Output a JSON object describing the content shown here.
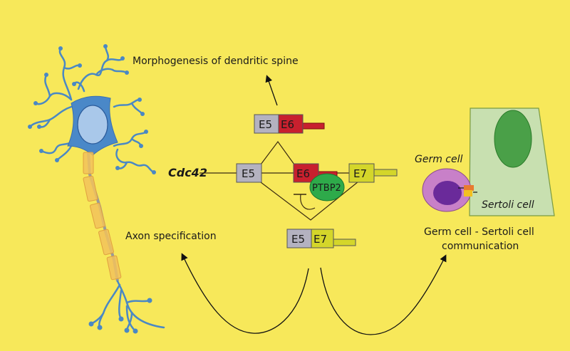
{
  "diagram": {
    "title_top": "Morphogenesis of dendritic spine",
    "gene_label": "Cdc42",
    "protein_label": "PTBP2",
    "axon_label": "Axon specification",
    "germ_cell_label": "Germ cell",
    "sertoli_cell_label": "Sertoli cell",
    "communication_line1": "Germ cell - Sertoli cell",
    "communication_line2": "communication",
    "exons": {
      "e5": "E5",
      "e6": "E6",
      "e7": "E7"
    },
    "isoforms": {
      "top": [
        "E5",
        "E6"
      ],
      "bottom": [
        "E5",
        "E7"
      ]
    },
    "colors": {
      "background": "#f7e85a",
      "exon5": "#b4b2c0",
      "exon6": "#c8202e",
      "exon7": "#d4d62a",
      "ptbp2": "#2eaa4a",
      "neuron": "#4a90d0",
      "nucleus": "#a9c8e8",
      "myelin": "#f2c25a",
      "germ_cell": "#c880c8",
      "germ_nucleus": "#6a2a9a",
      "sertoli_cell": "#c8e0b0",
      "sertoli_nucleus": "#4aa048"
    }
  }
}
